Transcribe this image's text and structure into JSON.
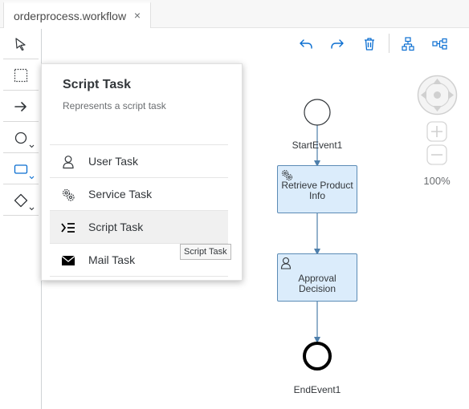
{
  "tab": {
    "title": "orderprocess.workflow",
    "close_glyph": "×"
  },
  "palette": {
    "items": [
      {
        "name": "select-tool",
        "icon": "pointer-icon"
      },
      {
        "name": "marquee-tool",
        "icon": "dotted-square-icon"
      },
      {
        "name": "connector-tool",
        "icon": "arrow-right-icon"
      },
      {
        "name": "event-tool",
        "icon": "circle-icon"
      },
      {
        "name": "task-tool",
        "icon": "rectangle-icon"
      },
      {
        "name": "gateway-tool",
        "icon": "diamond-icon"
      }
    ]
  },
  "toolbar": {
    "buttons": [
      "undo-icon",
      "redo-icon",
      "delete-icon",
      "auto-layout-icon",
      "overview-icon"
    ]
  },
  "navigation": {
    "zoom_level": "100%"
  },
  "diagram": {
    "start_event": "StartEvent1",
    "task1": "Retrieve Product Info",
    "task2": "Approval Decision",
    "end_event": "EndEvent1"
  },
  "popover": {
    "title": "Script Task",
    "subtitle": "Represents a script task",
    "items": [
      {
        "label": "User Task",
        "icon": "user-icon"
      },
      {
        "label": "Service Task",
        "icon": "gears-icon"
      },
      {
        "label": "Script Task",
        "icon": "script-icon",
        "selected": true
      },
      {
        "label": "Mail Task",
        "icon": "envelope-icon"
      }
    ]
  },
  "tooltip": "Script Task",
  "colors": {
    "accent": "#0a6ed1",
    "task_fill": "#dbecfb",
    "task_border": "#5b8bb5",
    "connector": "#4e7fab"
  }
}
